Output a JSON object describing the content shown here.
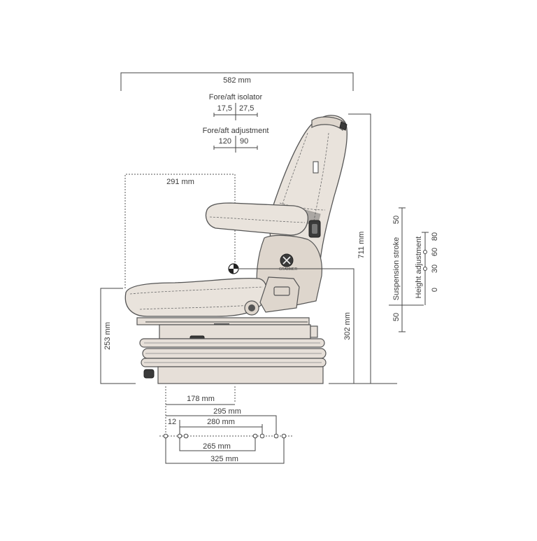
{
  "dimensions": {
    "overall_width": "582 mm",
    "fore_aft_isolator_label": "Fore/aft isolator",
    "fore_aft_isolator_left": "17,5",
    "fore_aft_isolator_right": "27,5",
    "fore_aft_adjustment_label": "Fore/aft adjustment",
    "fore_aft_adjustment_left": "120",
    "fore_aft_adjustment_right": "90",
    "armrest_offset": "291 mm",
    "overall_height": "711 mm",
    "seat_height": "253 mm",
    "sip_height": "302 mm",
    "front_offset": "178 mm",
    "mount_295": "295 mm",
    "mount_12": "12",
    "mount_280": "280 mm",
    "mount_265": "265 mm",
    "mount_325": "325 mm"
  },
  "suspension": {
    "label": "Suspension stroke",
    "top_value": "50",
    "bottom_value": "50"
  },
  "height_adjustment": {
    "label": "Height adjustment",
    "values": [
      "0",
      "30",
      "60",
      "80"
    ]
  },
  "colors": {
    "seat_fill": "#e9e3dc",
    "line": "#444444"
  }
}
